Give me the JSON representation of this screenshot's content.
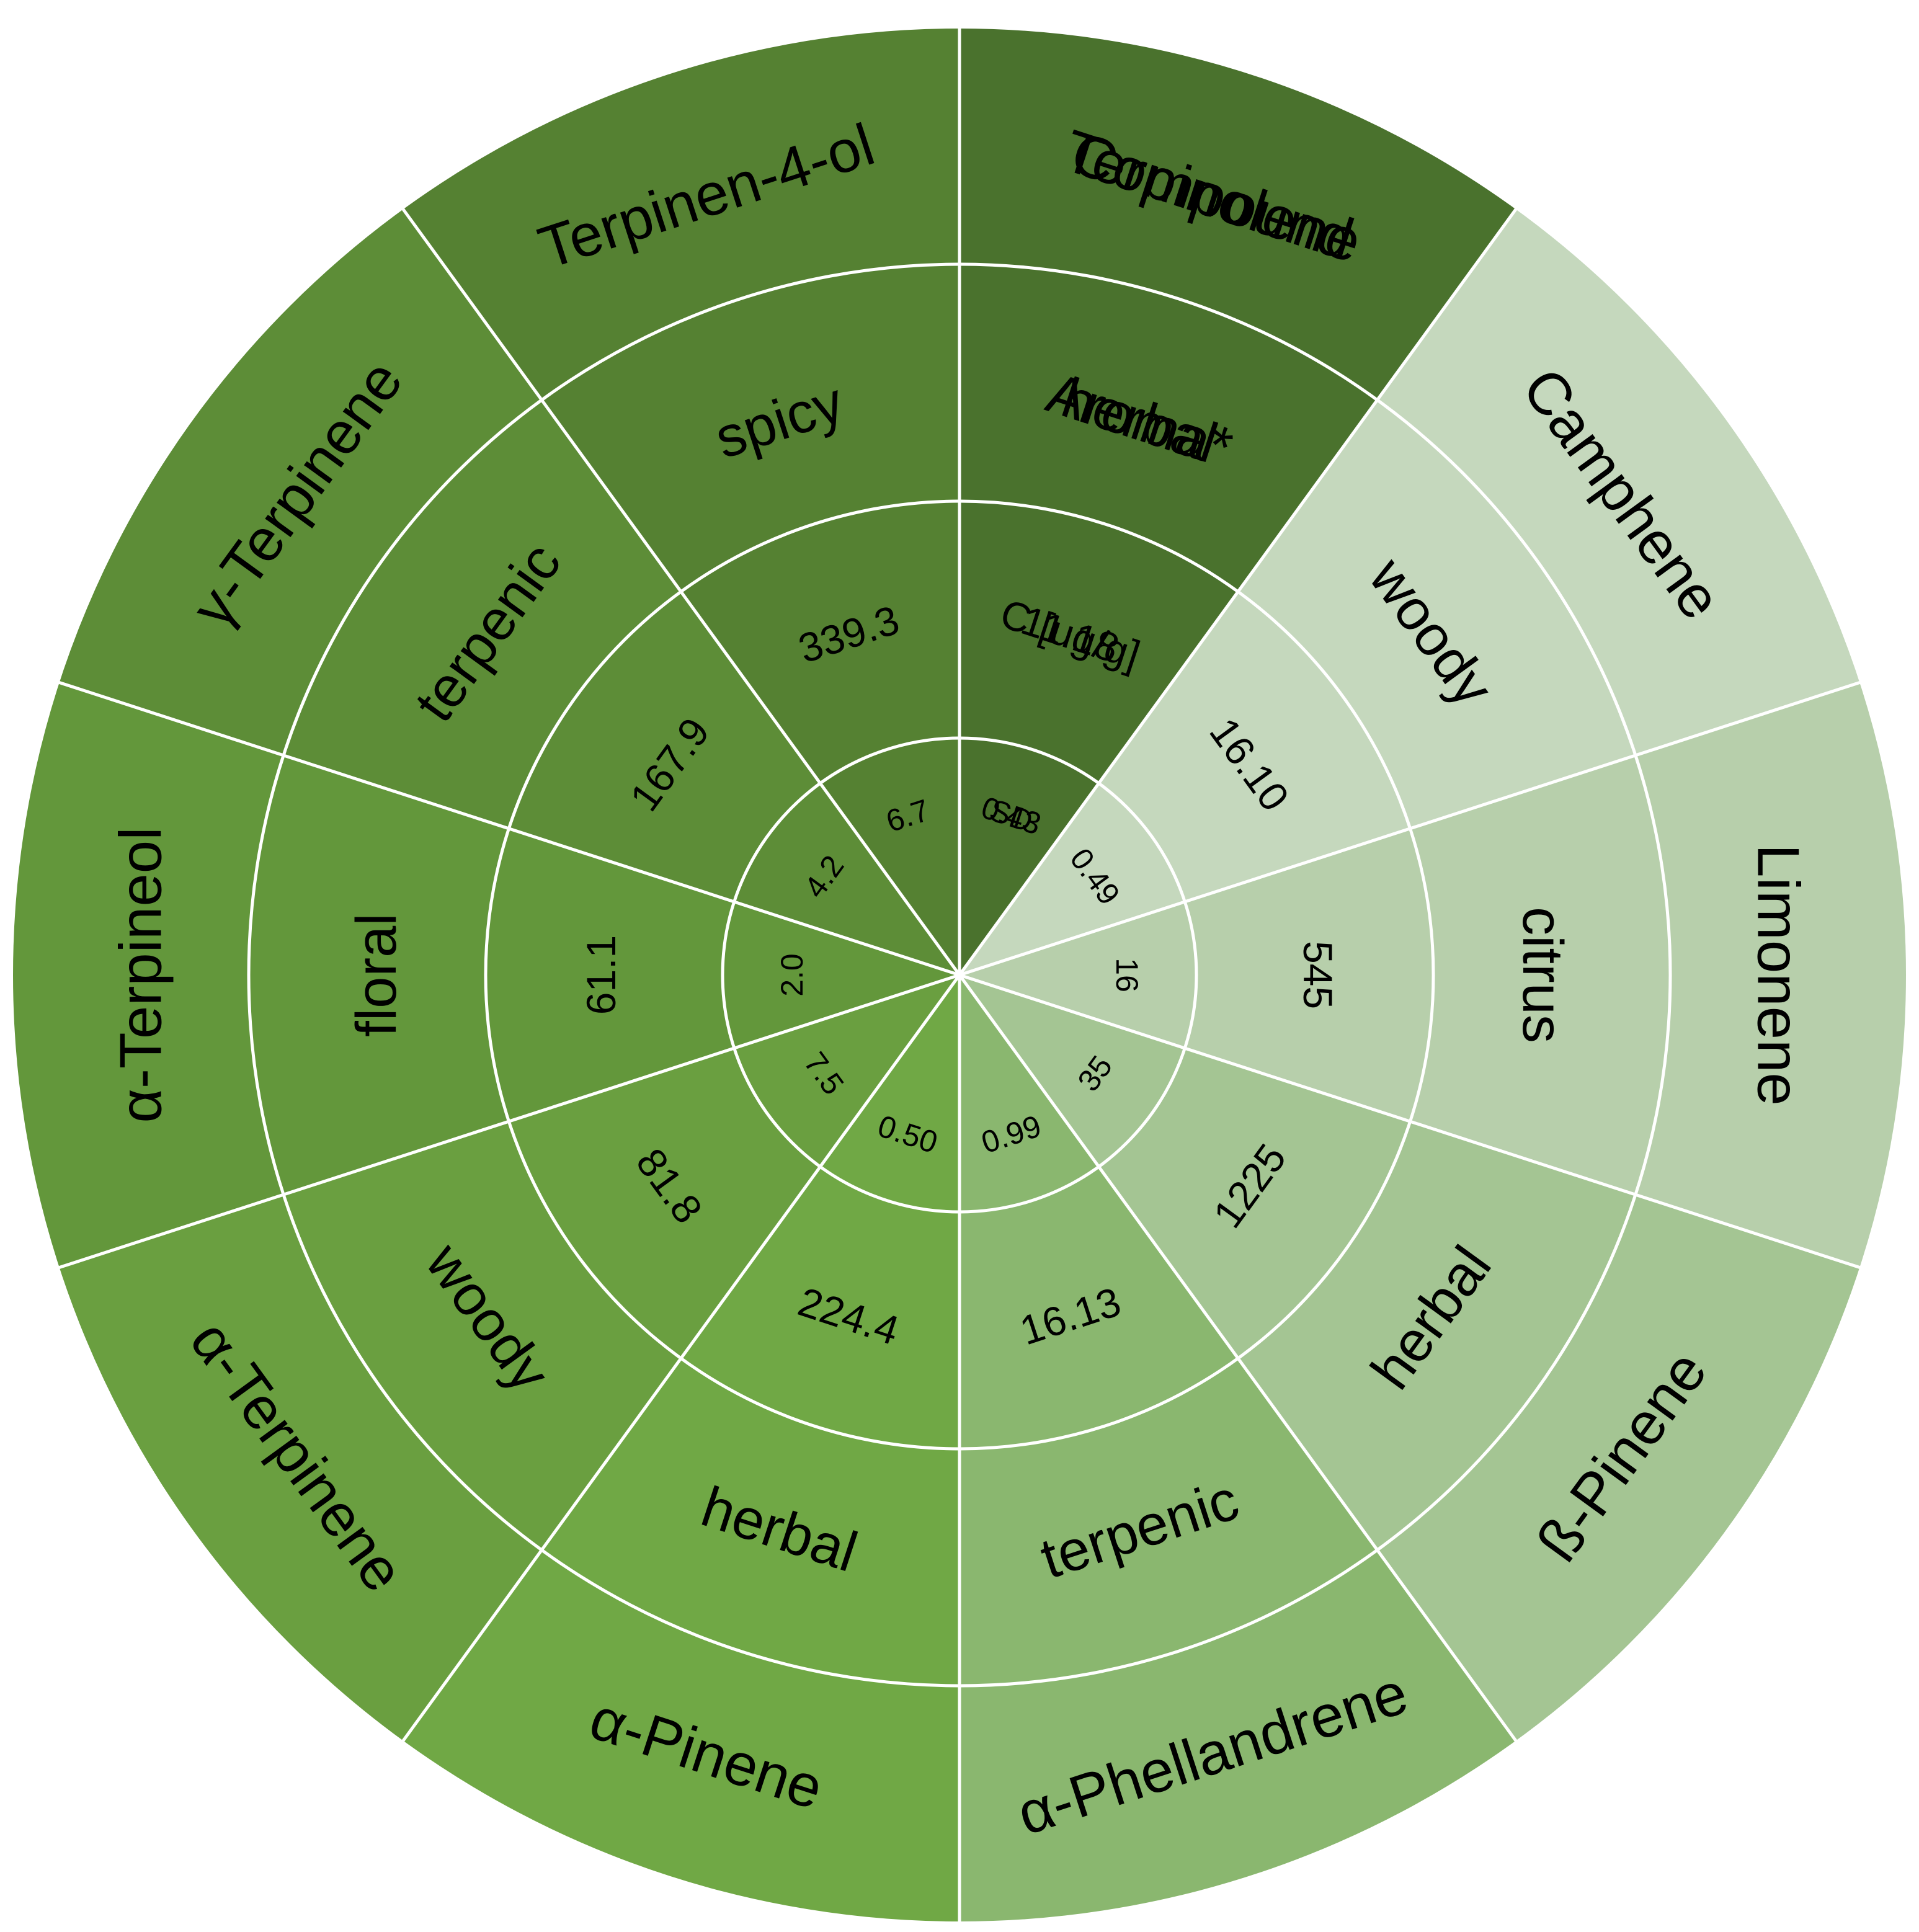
{
  "wheel": {
    "header": {
      "compound": "Compound",
      "aroma": "Aroma*",
      "concentration": "C [ug/g]",
      "sd": "SD",
      "color": "#d3e1cc"
    },
    "compounds": [
      {
        "compound": "Camphene",
        "aroma": "woody",
        "concentration": "16.10",
        "sd": "0.49",
        "color": "#c5d8bd"
      },
      {
        "compound": "Limonene",
        "aroma": "citrus",
        "concentration": "545",
        "sd": "16",
        "color": "#b7cfab"
      },
      {
        "compound": "ß-Pinene",
        "aroma": "herbal",
        "concentration": "1225",
        "sd": "35",
        "color": "#a4c593"
      },
      {
        "compound": "α-Phellandrene",
        "aroma": "terpenic",
        "concentration": "16.13",
        "sd": "0.99",
        "color": "#8ab76f"
      },
      {
        "compound": "α-Pinene",
        "aroma": "herbal",
        "concentration": "224.4",
        "sd": "0.50",
        "color": "#70a845"
      },
      {
        "compound": "α-Terpinene",
        "aroma": "woody",
        "concentration": "81.8",
        "sd": "7.5",
        "color": "#6a9f40"
      },
      {
        "compound": "α-Terpineol",
        "aroma": "floral",
        "concentration": "61.1",
        "sd": "2.0",
        "color": "#63973b"
      },
      {
        "compound": "γ-Terpinene",
        "aroma": "terpenic",
        "concentration": "167.9",
        "sd": "4.2",
        "color": "#5d8d37"
      },
      {
        "compound": "Terpinen-4-ol",
        "aroma": "spicy",
        "concentration": "339.3",
        "sd": "6.7",
        "color": "#558132"
      },
      {
        "compound": "Terpinolene",
        "aroma": "herbal",
        "concentration": "11.18",
        "sd": "0.43",
        "color": "#4a722d"
      }
    ]
  }
}
